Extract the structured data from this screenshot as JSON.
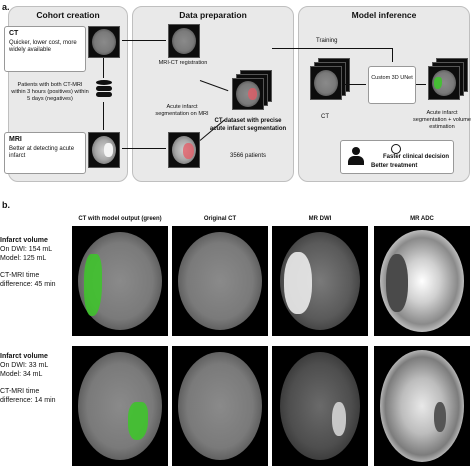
{
  "panel_a": {
    "label": "a.",
    "cohort": {
      "title": "Cohort creation",
      "ct_title": "CT",
      "ct_desc": "Quicker, lower cost, more widely available",
      "patients": "Patients with both CT-MRI within 3 hours (positives) within 5 days (negatives)",
      "mri_title": "MRI",
      "mri_desc": "Better at detecting acute infarct"
    },
    "prep": {
      "title": "Data preparation",
      "registration": "MRI-CT registration",
      "segmentation": "Acute infarct segmentation on MRI",
      "dataset": "CT dataset with precise acute infarct segmentation",
      "patients_count": "3566 patients"
    },
    "inference": {
      "title": "Model inference",
      "training": "Training",
      "ct_label": "CT",
      "model_name": "Custom 3D UNet",
      "output": "Acute infarct segmentation + volume estimation",
      "benefit_1": "Faster clinical decision",
      "benefit_2": "Better treatment"
    }
  },
  "panel_b": {
    "label": "b.",
    "columns": [
      "CT with model output (green)",
      "Original CT",
      "MR DWI",
      "MR ADC"
    ],
    "rows": [
      {
        "title": "Infarct volume",
        "dwi": "On DWI: 154 mL",
        "model": "Model: 125 mL",
        "time_label": "CT-MRI time",
        "time_value": "difference: 45 min"
      },
      {
        "title": "Infarct volume",
        "dwi": "On DWI: 33 mL",
        "model": "Model: 34 mL",
        "time_label": "CT-MRI time",
        "time_value": "difference: 14 min"
      }
    ]
  },
  "colors": {
    "model_output": "#3cc828",
    "mri_segmentation": "#e65a64",
    "section_bg": "#e9e9e9"
  }
}
